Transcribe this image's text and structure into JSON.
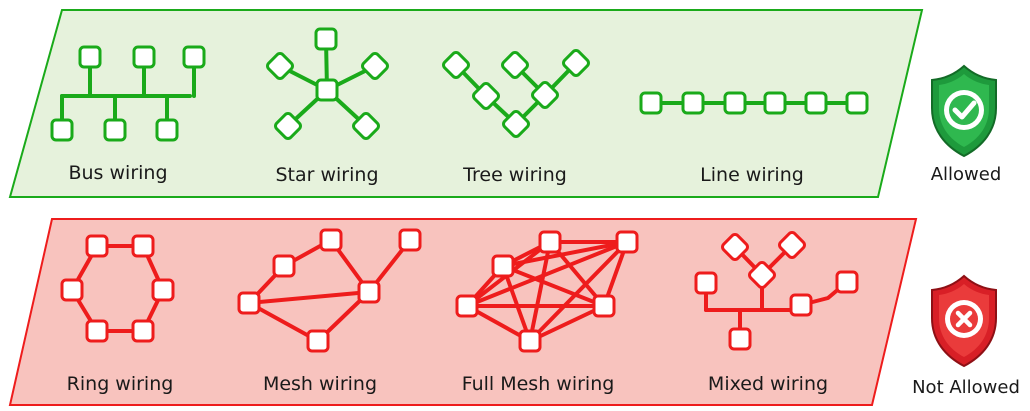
{
  "colors": {
    "allowed_stroke": "#1aaa1a",
    "allowed_fill": "#e6f2dc",
    "not_allowed_stroke": "#ee1c1c",
    "not_allowed_fill": "#f8c3be",
    "shield_green": "#1e9a3c",
    "shield_red": "#d81f26"
  },
  "allowed": {
    "status_label": "Allowed",
    "status_icon": "shield-check-icon",
    "topologies": [
      {
        "key": "bus",
        "label": "Bus wiring"
      },
      {
        "key": "star",
        "label": "Star wiring"
      },
      {
        "key": "tree",
        "label": "Tree wiring"
      },
      {
        "key": "line",
        "label": "Line wiring"
      }
    ]
  },
  "not_allowed": {
    "status_label": "Not Allowed",
    "status_icon": "shield-x-icon",
    "topologies": [
      {
        "key": "ring",
        "label": "Ring wiring"
      },
      {
        "key": "mesh",
        "label": "Mesh wiring"
      },
      {
        "key": "fullmesh",
        "label": "Full Mesh wiring"
      },
      {
        "key": "mixed",
        "label": "Mixed wiring"
      }
    ]
  }
}
